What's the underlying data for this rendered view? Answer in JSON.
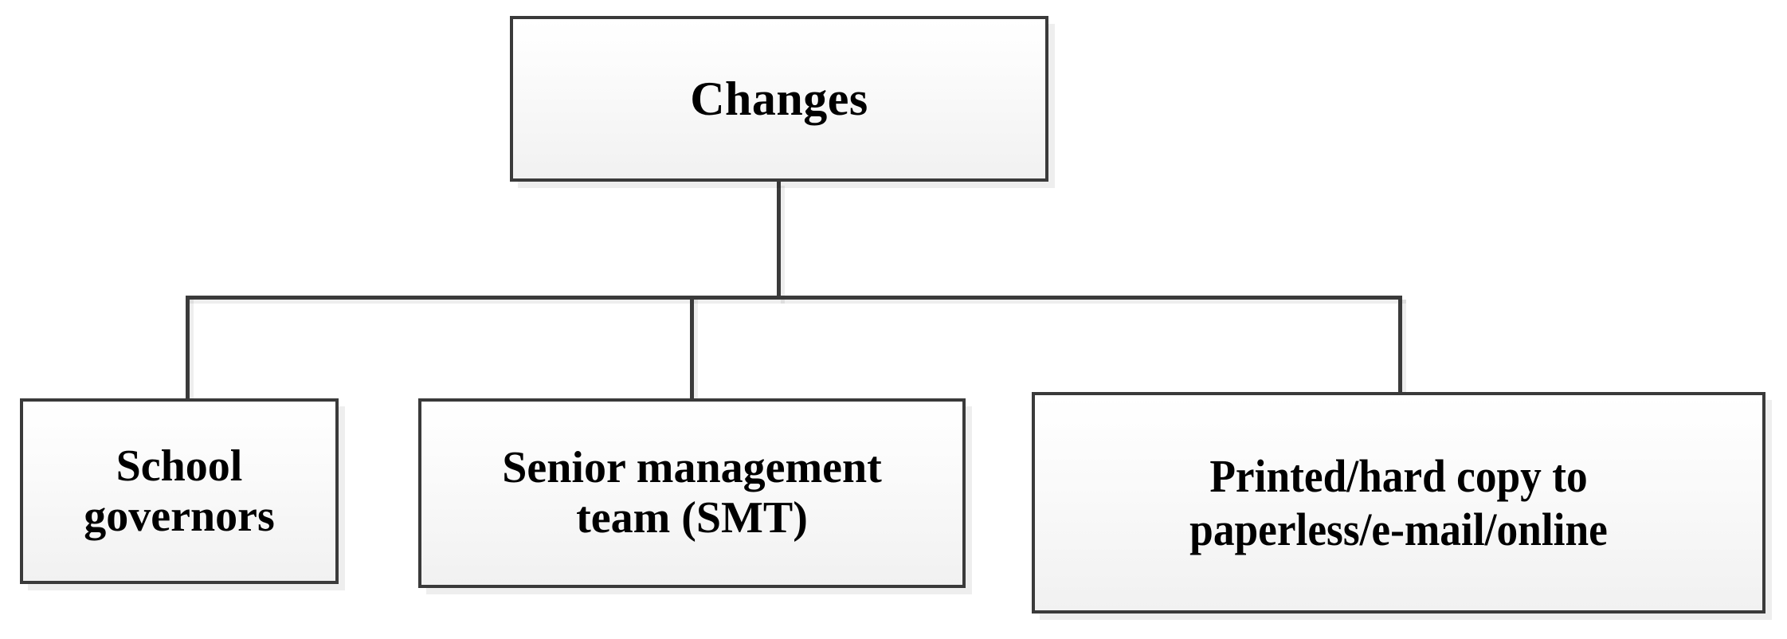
{
  "diagram": {
    "type": "organizational-tree",
    "orientation": "top-down",
    "background_color": "#ffffff",
    "box_border_color": "#3a3a3a",
    "box_fill_top": "#ffffff",
    "box_fill_bottom": "#f1f1f1",
    "connector_color": "#3a3a3a",
    "shadow_color": "#e8e8e8",
    "text_color": "#000000",
    "root": {
      "id": "changes",
      "label": "Changes"
    },
    "children": [
      {
        "id": "governors",
        "label": "School\ngovernors"
      },
      {
        "id": "smt",
        "label": "Senior management\nteam (SMT)"
      },
      {
        "id": "paperless",
        "label": "Printed/hard copy to\npaperless/e-mail/online"
      }
    ]
  }
}
